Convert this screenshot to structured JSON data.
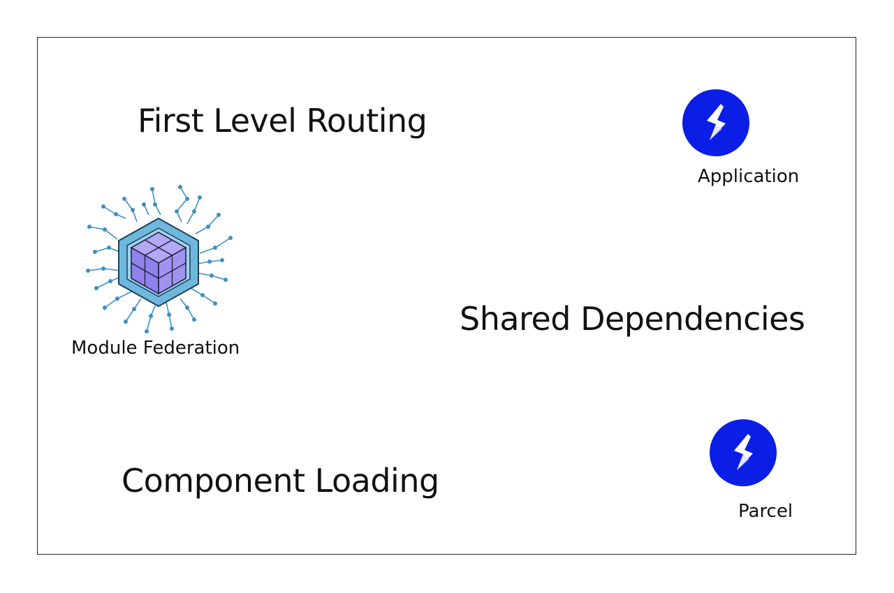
{
  "labels": {
    "first_level_routing": "First Level Routing",
    "shared_dependencies": "Shared Dependencies",
    "component_loading": "Component Loading",
    "application": "Application",
    "parcel": "Parcel",
    "module_federation": "Module Federation"
  },
  "icons": {
    "single_spa": "single-spa-lightning-logo",
    "module_federation": "module-federation-cube-network-logo"
  },
  "colors": {
    "single_spa_blue": "#0a1ee6",
    "cube_purple": "#9b8ff0",
    "hex_blue": "#6fb8dd",
    "network_blue": "#3d8fc3"
  }
}
